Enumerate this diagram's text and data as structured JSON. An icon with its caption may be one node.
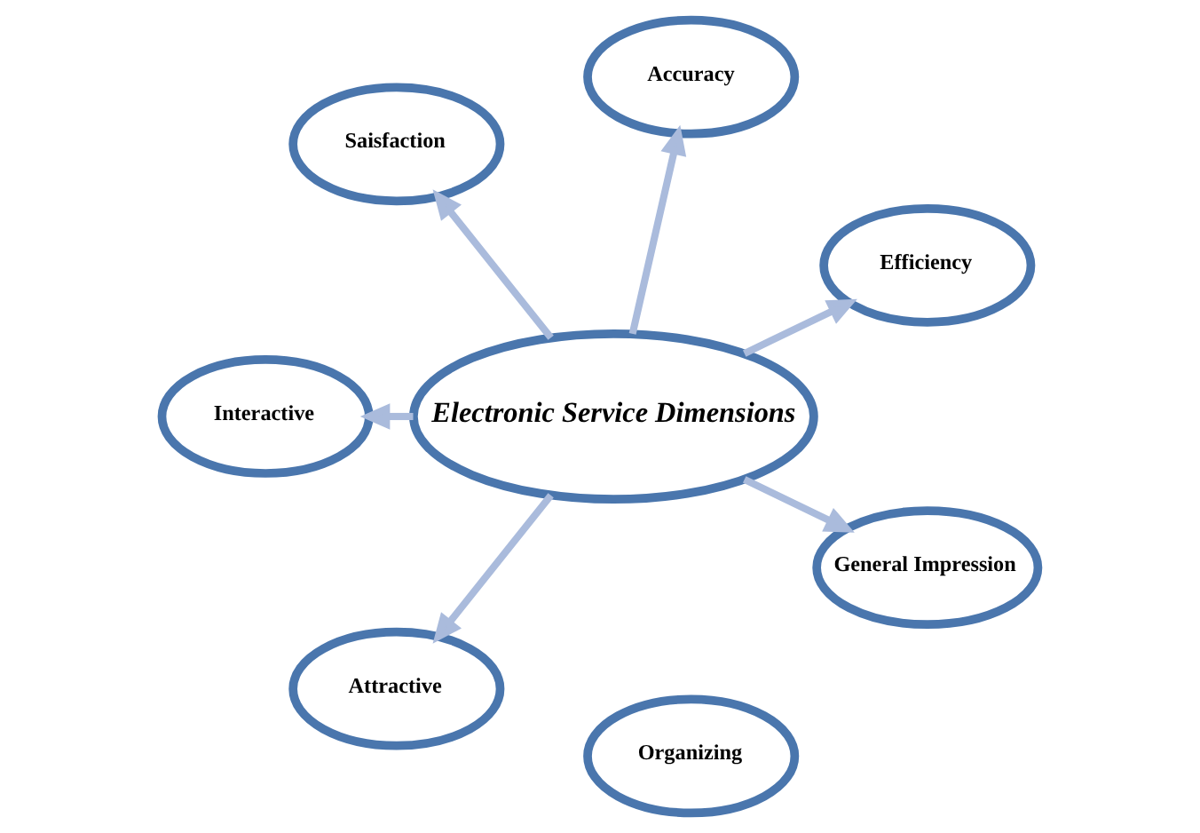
{
  "diagram": {
    "nodes": [
      {
        "text": [
          "Electronic Service Dimensions"
        ]
      },
      {
        "text": [
          "Efficiency"
        ]
      },
      {
        "text": [
          "Accuracy"
        ]
      },
      {
        "text": [
          "Saisfaction"
        ]
      },
      {
        "text": [
          "Interactive"
        ]
      },
      {
        "text": [
          "Attractive"
        ]
      },
      {
        "text": [
          "Organizing"
        ]
      },
      {
        "text": [
          "General Impression"
        ]
      }
    ],
    "edges": [
      {
        "from": 0,
        "to": 1,
        "arrow": "to"
      },
      {
        "from": 0,
        "to": 2,
        "arrow": "to"
      },
      {
        "from": 0,
        "to": 3,
        "arrow": "to"
      },
      {
        "from": 0,
        "to": 4,
        "arrow": "to"
      },
      {
        "from": 0,
        "to": 5,
        "arrow": "to"
      },
      {
        "from": 0,
        "to": 7,
        "arrow": "to"
      }
    ]
  }
}
